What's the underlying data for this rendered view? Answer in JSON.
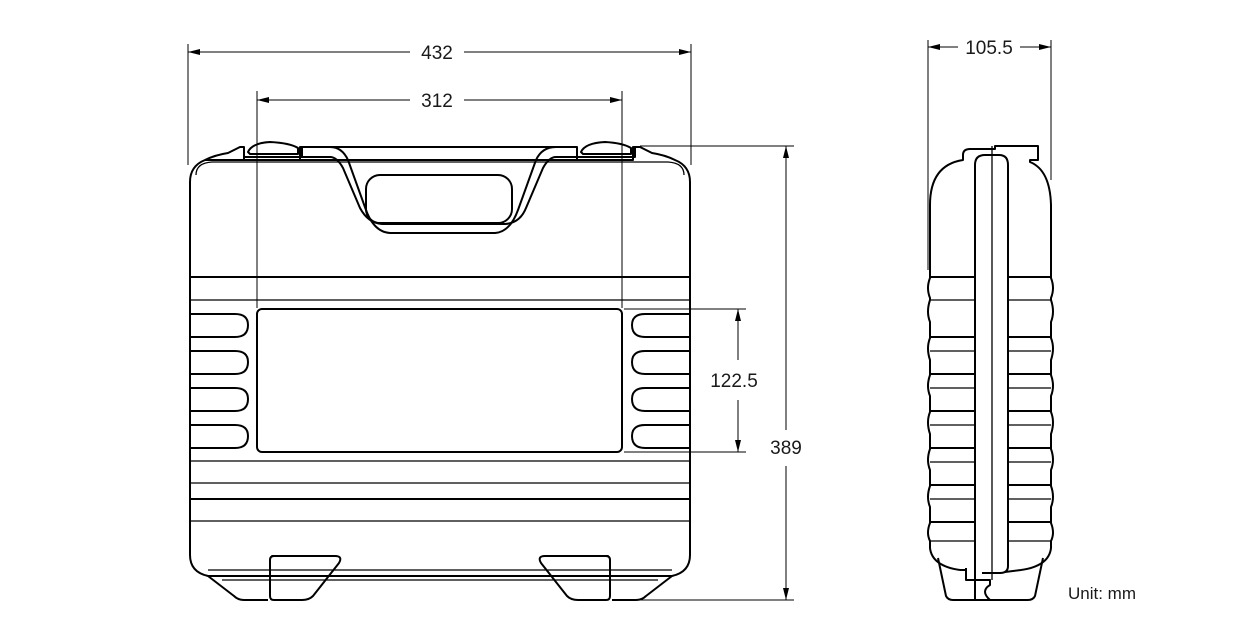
{
  "drawing": {
    "type": "case dimension drawing",
    "views": [
      "front-view",
      "side-view"
    ],
    "colors": {
      "line": "#000000",
      "background": "#ffffff",
      "text": "#1a1a1a"
    }
  },
  "dimensions": {
    "overall_width": {
      "value": "432",
      "unit": "mm",
      "view": "front"
    },
    "latch_spacing": {
      "value": "312",
      "unit": "mm",
      "view": "front"
    },
    "overall_height": {
      "value": "389",
      "unit": "mm",
      "view": "front"
    },
    "label_panel_height": {
      "value": "122.5",
      "unit": "mm",
      "view": "front"
    },
    "depth": {
      "value": "105.5",
      "unit": "mm",
      "view": "side"
    }
  },
  "unit_note": "Unit: mm"
}
